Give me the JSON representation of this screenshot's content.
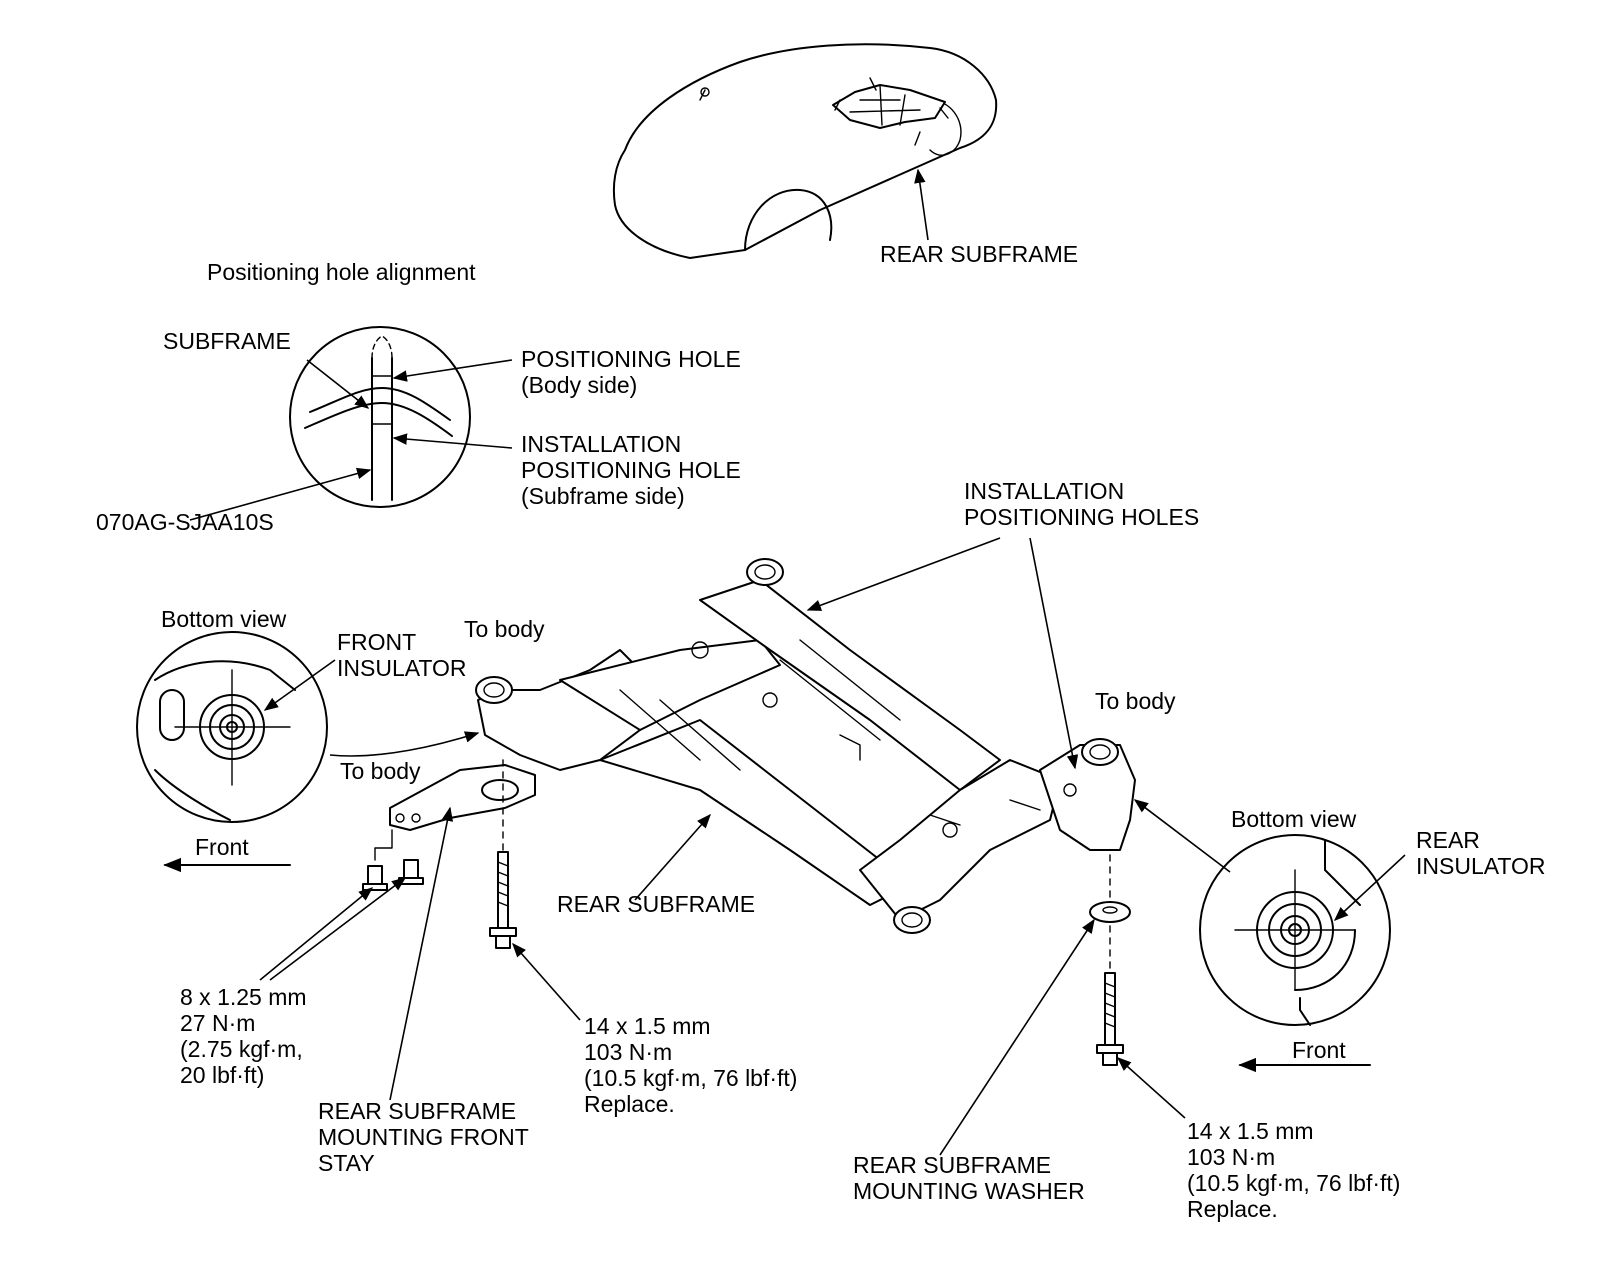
{
  "labels": {
    "rear_subframe_car": "REAR SUBFRAME",
    "positioning_title": "Positioning hole alignment",
    "subframe": "SUBFRAME",
    "positioning_hole": "POSITIONING HOLE",
    "body_side": "(Body side)",
    "installation_positioning_hole_1": "INSTALLATION",
    "installation_positioning_hole_2": "POSITIONING HOLE",
    "subframe_side": "(Subframe side)",
    "tool_number": "070AG-SJAA10S",
    "installation_positioning_holes_1": "INSTALLATION",
    "installation_positioning_holes_2": "POSITIONING HOLES",
    "bottom_view_left": "Bottom view",
    "front_insulator_1": "FRONT",
    "front_insulator_2": "INSULATOR",
    "to_body_top": "To body",
    "to_body_left": "To body",
    "to_body_right": "To body",
    "front_left": "Front",
    "rear_subframe_main": "REAR SUBFRAME",
    "bottom_view_right": "Bottom view",
    "rear_insulator_1": "REAR",
    "rear_insulator_2": "INSULATOR",
    "front_right": "Front",
    "bolt8_size": "8 x 1.25 mm",
    "bolt8_torque_nm": "27 N·m",
    "bolt8_torque_kgf": "(2.75 kgf·m,",
    "bolt8_torque_lbf": "20 lbf·ft)",
    "stay_1": "REAR SUBFRAME",
    "stay_2": "MOUNTING FRONT",
    "stay_3": "STAY",
    "bolt14a_size": "14 x 1.5 mm",
    "bolt14a_torque_nm": "103 N·m",
    "bolt14a_torque_alt": "(10.5 kgf·m, 76 lbf·ft)",
    "bolt14a_note": "Replace.",
    "washer_1": "REAR SUBFRAME",
    "washer_2": "MOUNTING WASHER",
    "bolt14b_size": "14 x 1.5 mm",
    "bolt14b_torque_nm": "103 N·m",
    "bolt14b_torque_alt": "(10.5 kgf·m, 76 lbf·ft)",
    "bolt14b_note": "Replace."
  },
  "colors": {
    "line": "#000000",
    "background": "#ffffff"
  }
}
